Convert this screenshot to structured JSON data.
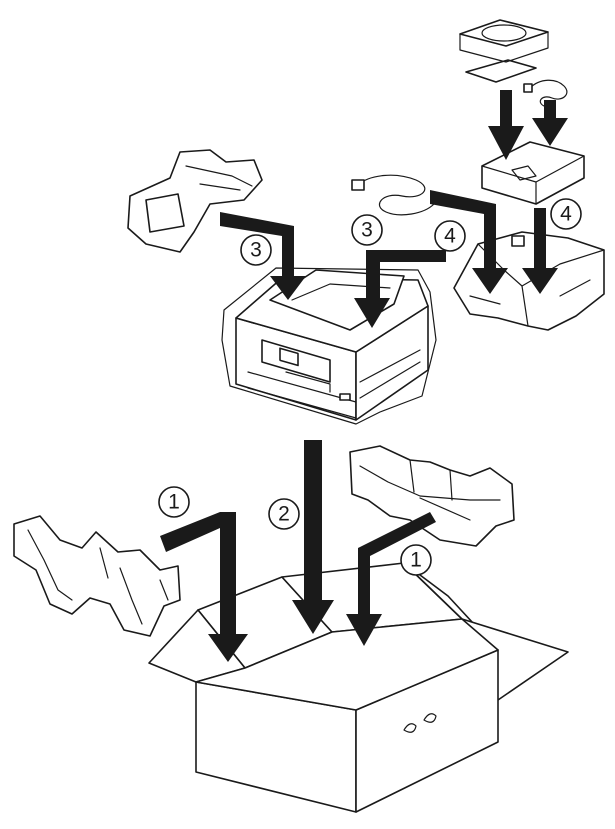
{
  "steps": {
    "step1_left": "1",
    "step1_right": "1",
    "step2": "2",
    "step3_left": "3",
    "step3_right": "3",
    "step4_left": "4",
    "step4_right": "4"
  },
  "colors": {
    "ink": "#1a1a1a",
    "paper": "#ffffff"
  },
  "icons": {
    "printer": "printer-icon",
    "box": "carton-box-icon",
    "cable": "power-cord-icon",
    "disc": "cd-rom-icon"
  }
}
